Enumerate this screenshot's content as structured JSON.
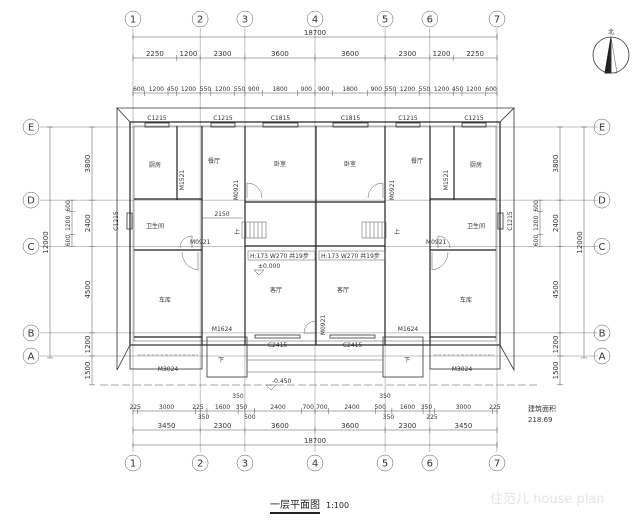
{
  "axes_x": [
    "1",
    "2",
    "3",
    "4",
    "5",
    "6",
    "7"
  ],
  "axes_x_mm": [
    0,
    3450,
    5750,
    9350,
    12950,
    15250,
    18700
  ],
  "axes_y": [
    "E",
    "D",
    "C",
    "B",
    "A"
  ],
  "axes_y_mm": [
    0,
    3800,
    6200,
    10700,
    11900
  ],
  "top_dims": {
    "total": "18700",
    "row2": [
      2250,
      1200,
      2300,
      3600,
      3600,
      2300,
      1200,
      2250
    ],
    "row3": [
      600,
      1200,
      450,
      1200,
      550,
      1200,
      550,
      900,
      1800,
      900,
      900,
      1800,
      900,
      550,
      1200,
      550,
      1200,
      450,
      1200,
      600
    ]
  },
  "bottom_dims": {
    "row1": [
      225,
      3000,
      225,
      350,
      1600,
      350,
      500,
      2400,
      700,
      700,
      2400,
      500,
      350,
      1600,
      350,
      225,
      3000,
      225
    ],
    "row2": [
      3450,
      2300,
      3600,
      3600,
      2300,
      3450
    ],
    "total": "18700"
  },
  "left_dims": {
    "total": "12000",
    "rows": [
      3800,
      2400,
      4500,
      1200,
      1500
    ],
    "small": [
      600,
      1200,
      600
    ]
  },
  "right_dims": {
    "total": "12000",
    "rows": [
      3800,
      2400,
      4500,
      1200,
      1500
    ],
    "small": [
      600,
      1200,
      600
    ]
  },
  "rooms": {
    "kitchen": "厨房",
    "dining": "餐厅",
    "bedroom": "卧室",
    "bathroom": "卫生间",
    "living": "客厅",
    "garage": "车库"
  },
  "windows": {
    "c1215": "C1215",
    "c1815": "C1815",
    "c2415": "C2415"
  },
  "doors": {
    "m1521": "M1521",
    "m0921": "M0921",
    "m1624": "M1624",
    "m3024": "M3024"
  },
  "stair_note": "H:173  W270 共19步",
  "stair_up": "上",
  "stair_down": "下",
  "dim_2150": "2150",
  "dim_350": "350",
  "elev_floor": "±0.000",
  "elev_outside": "-0.450",
  "north": "北",
  "area": {
    "label": "建筑面积",
    "value": "218.69"
  },
  "title": {
    "name": "一层平面图",
    "scale": "1:100"
  },
  "watermark": "住范儿 house plan"
}
